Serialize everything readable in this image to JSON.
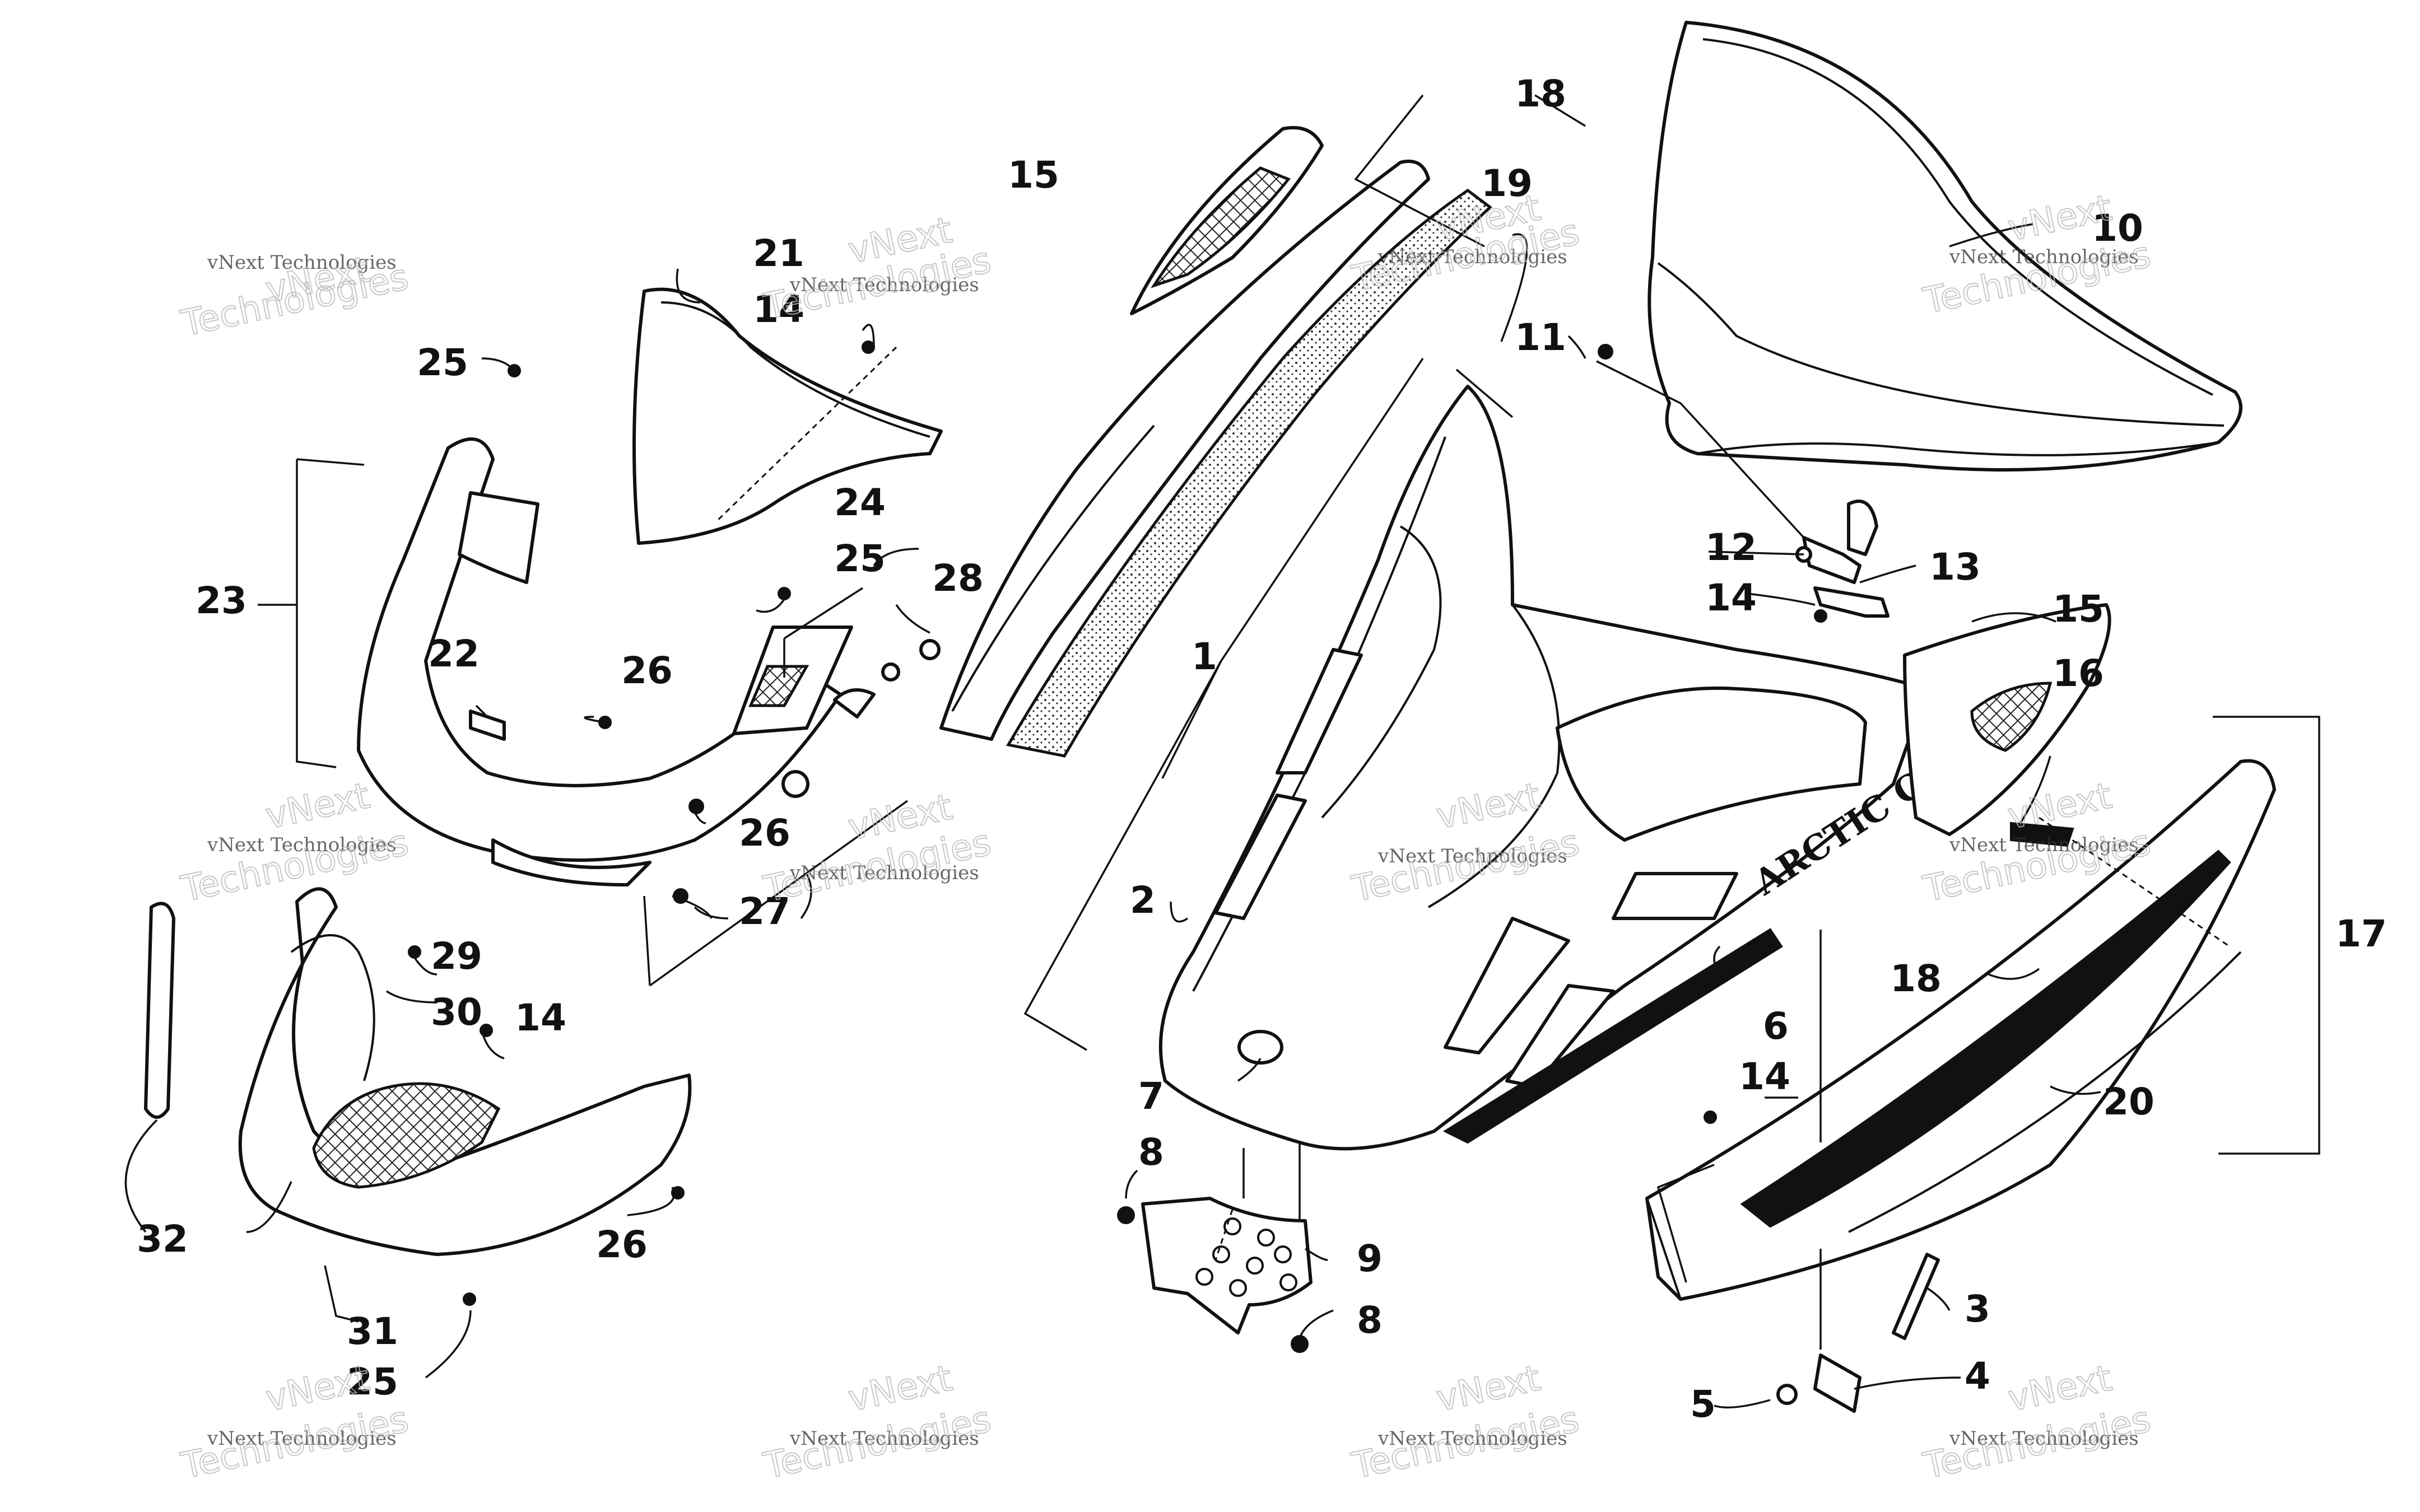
{
  "diagram": {
    "callouts": [
      {
        "label": "1"
      },
      {
        "label": "2"
      },
      {
        "label": "3"
      },
      {
        "label": "4"
      },
      {
        "label": "5"
      },
      {
        "label": "6"
      },
      {
        "label": "7"
      },
      {
        "label": "8"
      },
      {
        "label": "8"
      },
      {
        "label": "9"
      },
      {
        "label": "10"
      },
      {
        "label": "11"
      },
      {
        "label": "12"
      },
      {
        "label": "13"
      },
      {
        "label": "14"
      },
      {
        "label": "14"
      },
      {
        "label": "14"
      },
      {
        "label": "14"
      },
      {
        "label": "15"
      },
      {
        "label": "15"
      },
      {
        "label": "16"
      },
      {
        "label": "17"
      },
      {
        "label": "18"
      },
      {
        "label": "18"
      },
      {
        "label": "19"
      },
      {
        "label": "20"
      },
      {
        "label": "21"
      },
      {
        "label": "22"
      },
      {
        "label": "23"
      },
      {
        "label": "24"
      },
      {
        "label": "25"
      },
      {
        "label": "25"
      },
      {
        "label": "25"
      },
      {
        "label": "26"
      },
      {
        "label": "26"
      },
      {
        "label": "26"
      },
      {
        "label": "27"
      },
      {
        "label": "28"
      },
      {
        "label": "29"
      },
      {
        "label": "30"
      },
      {
        "label": "31"
      },
      {
        "label": "32"
      }
    ],
    "brand_decal": "ARCTIC CAT",
    "watermark": {
      "line1": "vNext Technologies",
      "line2": "vNext",
      "line3": "Technologies"
    }
  }
}
